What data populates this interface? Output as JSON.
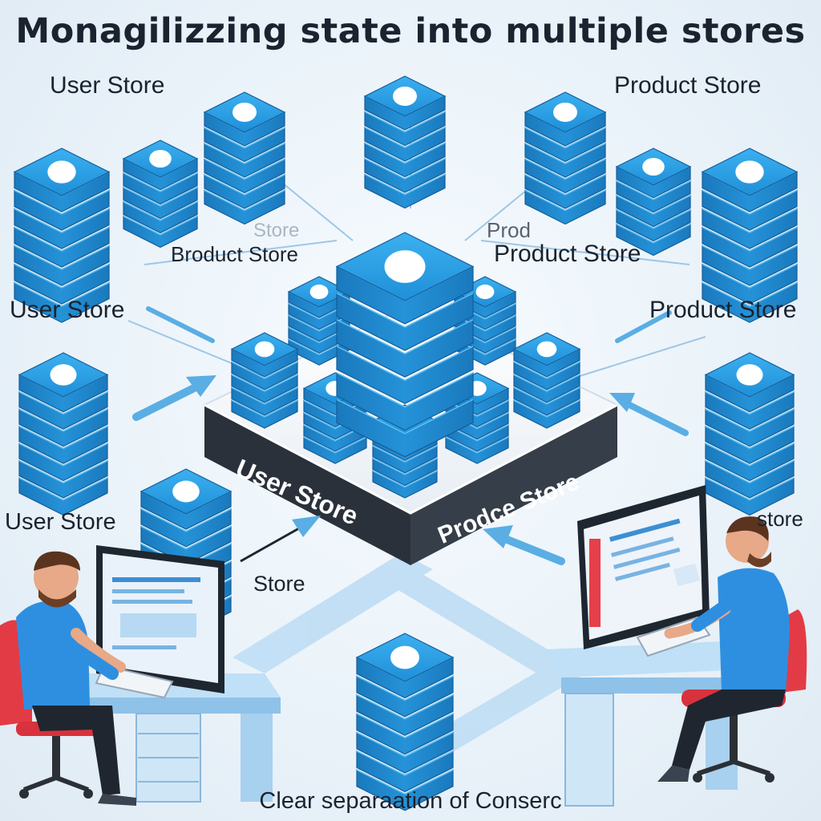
{
  "title": "Monagilizzing state into multiple stores",
  "caption": "Clear separaation of Conserc",
  "labels": {
    "user_store_top": "User Store",
    "product_store_top": "Product Store",
    "faint_store": "Store",
    "product_store_mid_left": "Broduct Store",
    "faint_prod": "Prod",
    "product_store_mid_right": "Product Store",
    "user_store_mid": "User Store",
    "product_store_right": "Product Store",
    "user_store_bottom": "User Store",
    "store_arrow": "Store",
    "store_right_fragment": "store",
    "platform_user": "User Store",
    "platform_product": "Prodce Store"
  },
  "icons": {
    "store": "database-stack-icon",
    "developer": "developer-at-desk-icon",
    "monitor": "monitor-icon"
  },
  "colors": {
    "store_top": "#2c9de0",
    "store_side": "#1f7fc2",
    "store_edge": "#145d99",
    "platform_band": "#2a313b",
    "arrow": "#5aaee3",
    "shirt": "#2e8fe0",
    "chair": "#e23b45"
  }
}
